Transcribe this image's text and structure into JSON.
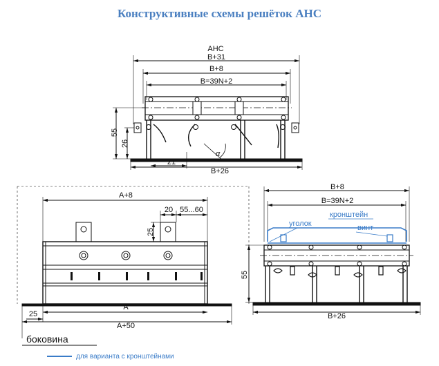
{
  "title": "Конструктивные схемы решёток  АНС",
  "top_view": {
    "label_model": "АНС",
    "dim_b31": "B+31",
    "dim_b8": "B+8",
    "dim_b39n": "B=39N+2",
    "dim_55": "55",
    "dim_26": "26",
    "dim_21": "21",
    "dim_b26": "B+26",
    "angle": "α"
  },
  "side_view": {
    "dim_a8": "A+8",
    "dim_20": "20",
    "dim_55_60": "55...60",
    "dim_25v": "25",
    "dim_a": "A",
    "dim_a50": "A+50",
    "dim_25h": "25"
  },
  "bracket_view": {
    "dim_b8": "B+8",
    "dim_b39n": "B=39N+2",
    "dim_55": "55",
    "dim_b26": "B+26",
    "label_corner": "уголок",
    "label_bracket": "кронштейн",
    "label_screw": "винт"
  },
  "legend": {
    "sidewall": "боковина",
    "bracket_variant": "для варианта с кронштейнами"
  },
  "colors": {
    "accent": "#3a7cc8",
    "title": "#4a7fc0"
  }
}
